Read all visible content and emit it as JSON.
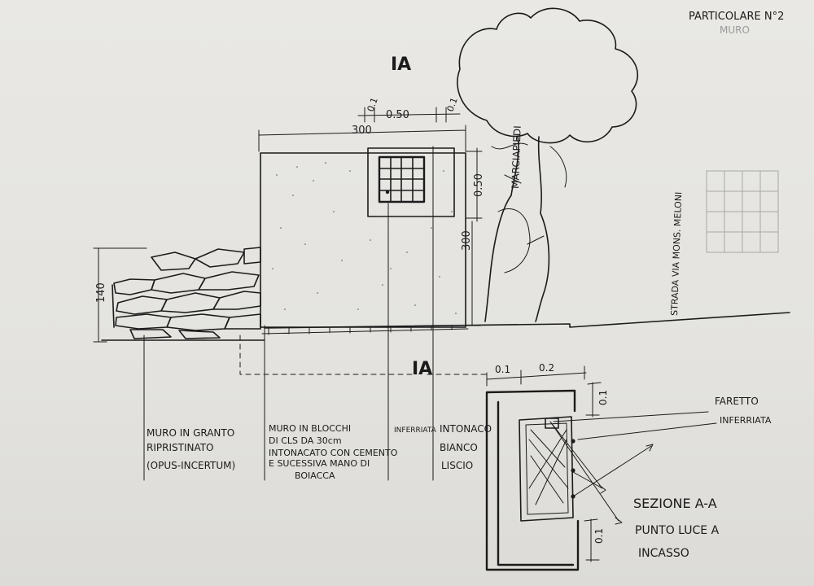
{
  "sheet": {
    "title_line1": "PARTICOLARE N°2",
    "title_line2": "MURO"
  },
  "section_markers": {
    "top": "IA",
    "bottom": "IA"
  },
  "dimensions": {
    "wall_width": "300",
    "wall_height": "300",
    "stone_wall_height": "140",
    "grate_width": "0.50",
    "grate_height": "0.50",
    "grate_side_left": "0.1",
    "grate_side_right": "0.1",
    "section_d1": "0.1",
    "section_d2": "0.2",
    "section_v_top": "0.1",
    "section_v_bottom": "0.1"
  },
  "labels": {
    "tree": "MARCIAPIEDI",
    "street": "STRADA  VIA MONS. MELONI",
    "faretto": "FARETTO",
    "inferriata_right": "INFERRIATA",
    "section_title": "SEZIONE A-A",
    "light_line1": "PUNTO LUCE A",
    "light_line2": "INCASSO"
  },
  "legend": {
    "stone_wall": [
      "MURO IN GRANTO",
      "RIPRISTINATO",
      "(OPUS-INCERTUM)"
    ],
    "block_wall": [
      "MURO IN BLOCCHI",
      "DI CLS DA 30cm",
      "INTONACATO CON CEMENTO",
      "E SUCESSIVA MANO DI",
      "BOIACCA"
    ],
    "grate": [
      "INFERRIATA"
    ],
    "plaster": [
      "INTONACO",
      "BIANCO",
      "LISCIO"
    ]
  }
}
